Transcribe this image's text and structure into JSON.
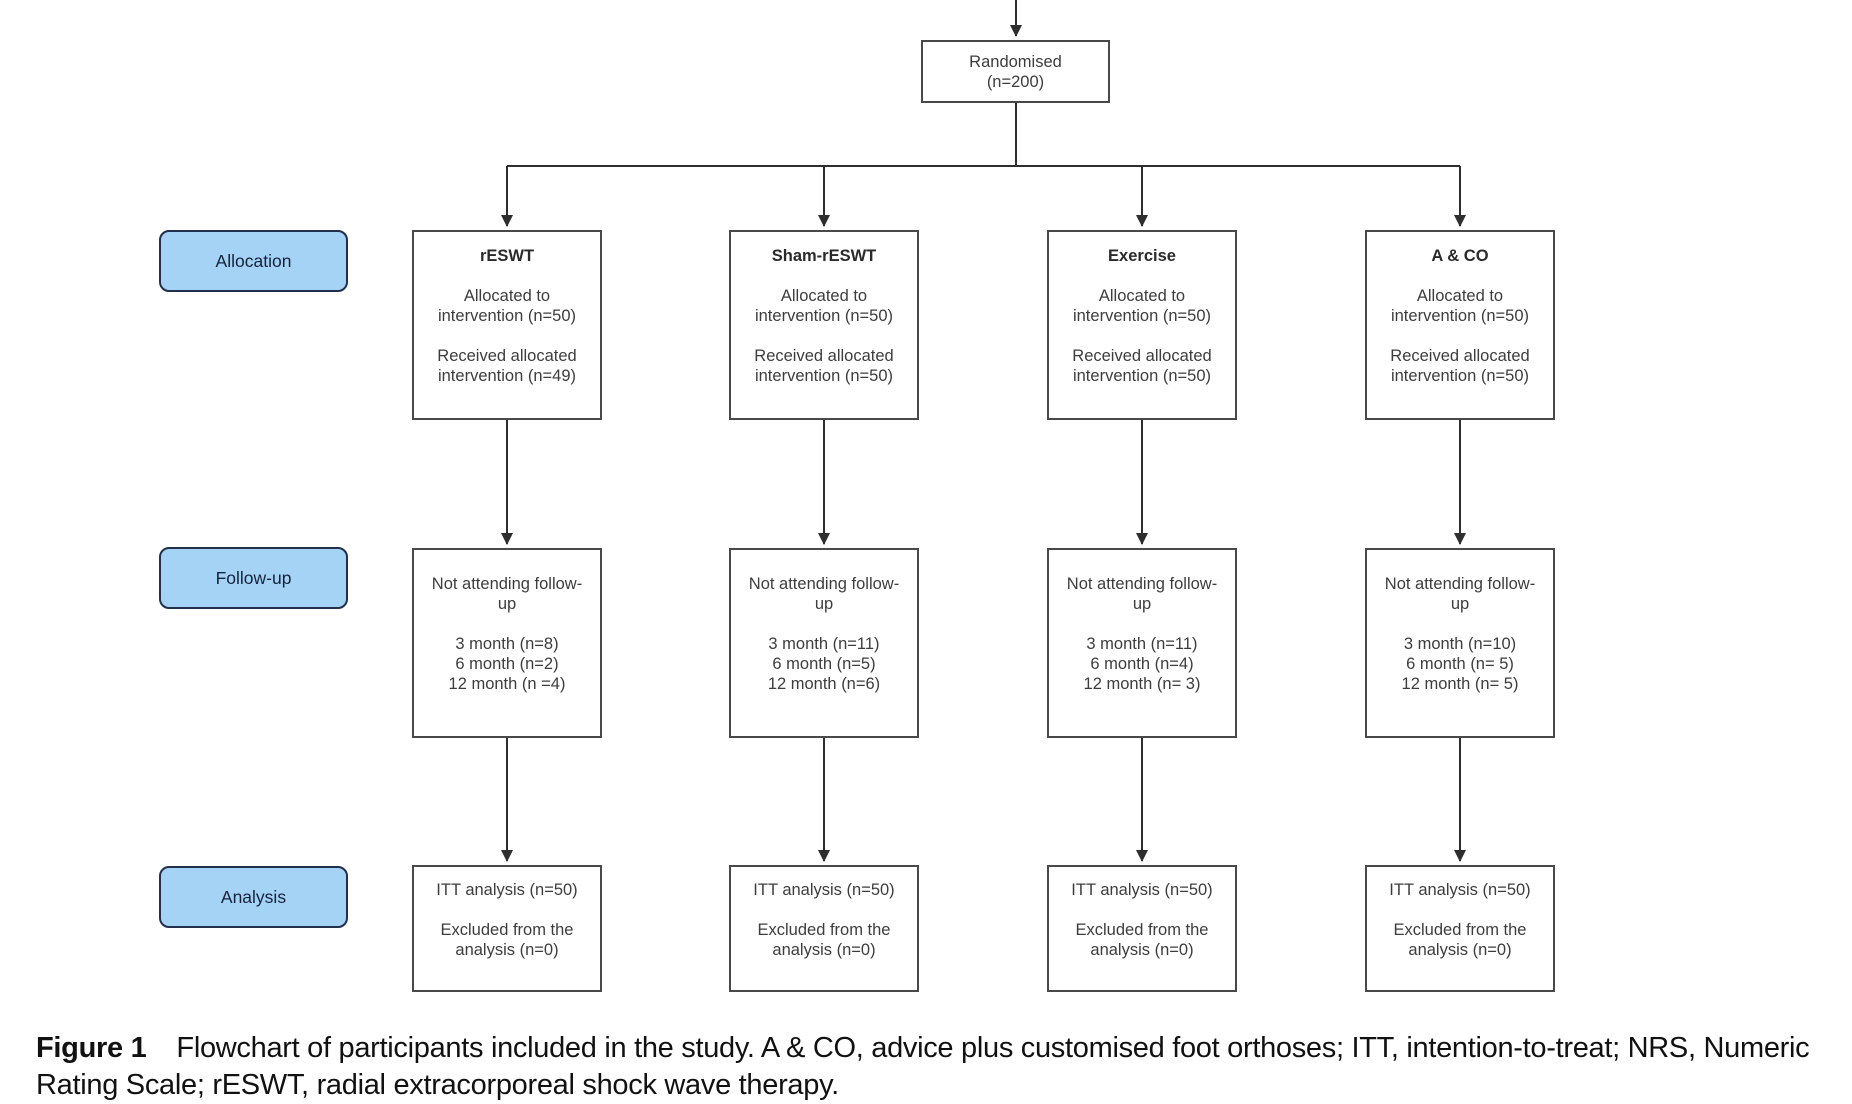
{
  "diagram": {
    "randomised": {
      "text": "Randomised\n(n=200)"
    },
    "stage_labels": [
      {
        "label": "Allocation"
      },
      {
        "label": "Follow-up"
      },
      {
        "label": "Analysis"
      }
    ],
    "columns": [
      {
        "title": "rESWT",
        "allocation": {
          "allocated": "Allocated to\nintervention (n=50)",
          "received": "Received allocated\nintervention (n=49)"
        },
        "followup": {
          "heading": "Not attending follow-\nup",
          "months": "3 month (n=8)\n6 month (n=2)\n12 month (n =4)"
        },
        "analysis": {
          "itt": "ITT analysis (n=50)",
          "excluded": "Excluded from the\nanalysis (n=0)"
        }
      },
      {
        "title": "Sham-rESWT",
        "allocation": {
          "allocated": "Allocated to\nintervention (n=50)",
          "received": "Received allocated\nintervention (n=50)"
        },
        "followup": {
          "heading": "Not attending follow-\nup",
          "months": "3 month (n=11)\n6 month (n=5)\n12 month (n=6)"
        },
        "analysis": {
          "itt": "ITT analysis (n=50)",
          "excluded": "Excluded from the\nanalysis (n=0)"
        }
      },
      {
        "title": "Exercise",
        "allocation": {
          "allocated": "Allocated to\nintervention (n=50)",
          "received": "Received allocated\nintervention (n=50)"
        },
        "followup": {
          "heading": "Not attending follow-\nup",
          "months": "3 month (n=11)\n6 month (n=4)\n12 month (n= 3)"
        },
        "analysis": {
          "itt": "ITT analysis (n=50)",
          "excluded": "Excluded from the\nanalysis (n=0)"
        }
      },
      {
        "title": "A & CO",
        "allocation": {
          "allocated": "Allocated to\nintervention (n=50)",
          "received": "Received allocated\nintervention (n=50)"
        },
        "followup": {
          "heading": "Not attending follow-\nup",
          "months": "3 month (n=10)\n6 month (n= 5)\n12 month (n= 5)"
        },
        "analysis": {
          "itt": "ITT analysis (n=50)",
          "excluded": "Excluded from the\nanalysis (n=0)"
        }
      }
    ]
  },
  "caption": {
    "label": "Figure 1",
    "text": "Flowchart of participants included in the study. A & CO, advice plus customised foot orthoses; ITT, intention-to-treat; NRS, Numeric Rating Scale; rESWT, radial extracorporeal shock wave therapy."
  },
  "colors": {
    "stage_label_fill": "#a5d3f5",
    "stage_label_border": "#22304e",
    "box_border": "#494949",
    "connector": "#2e2e2e"
  }
}
